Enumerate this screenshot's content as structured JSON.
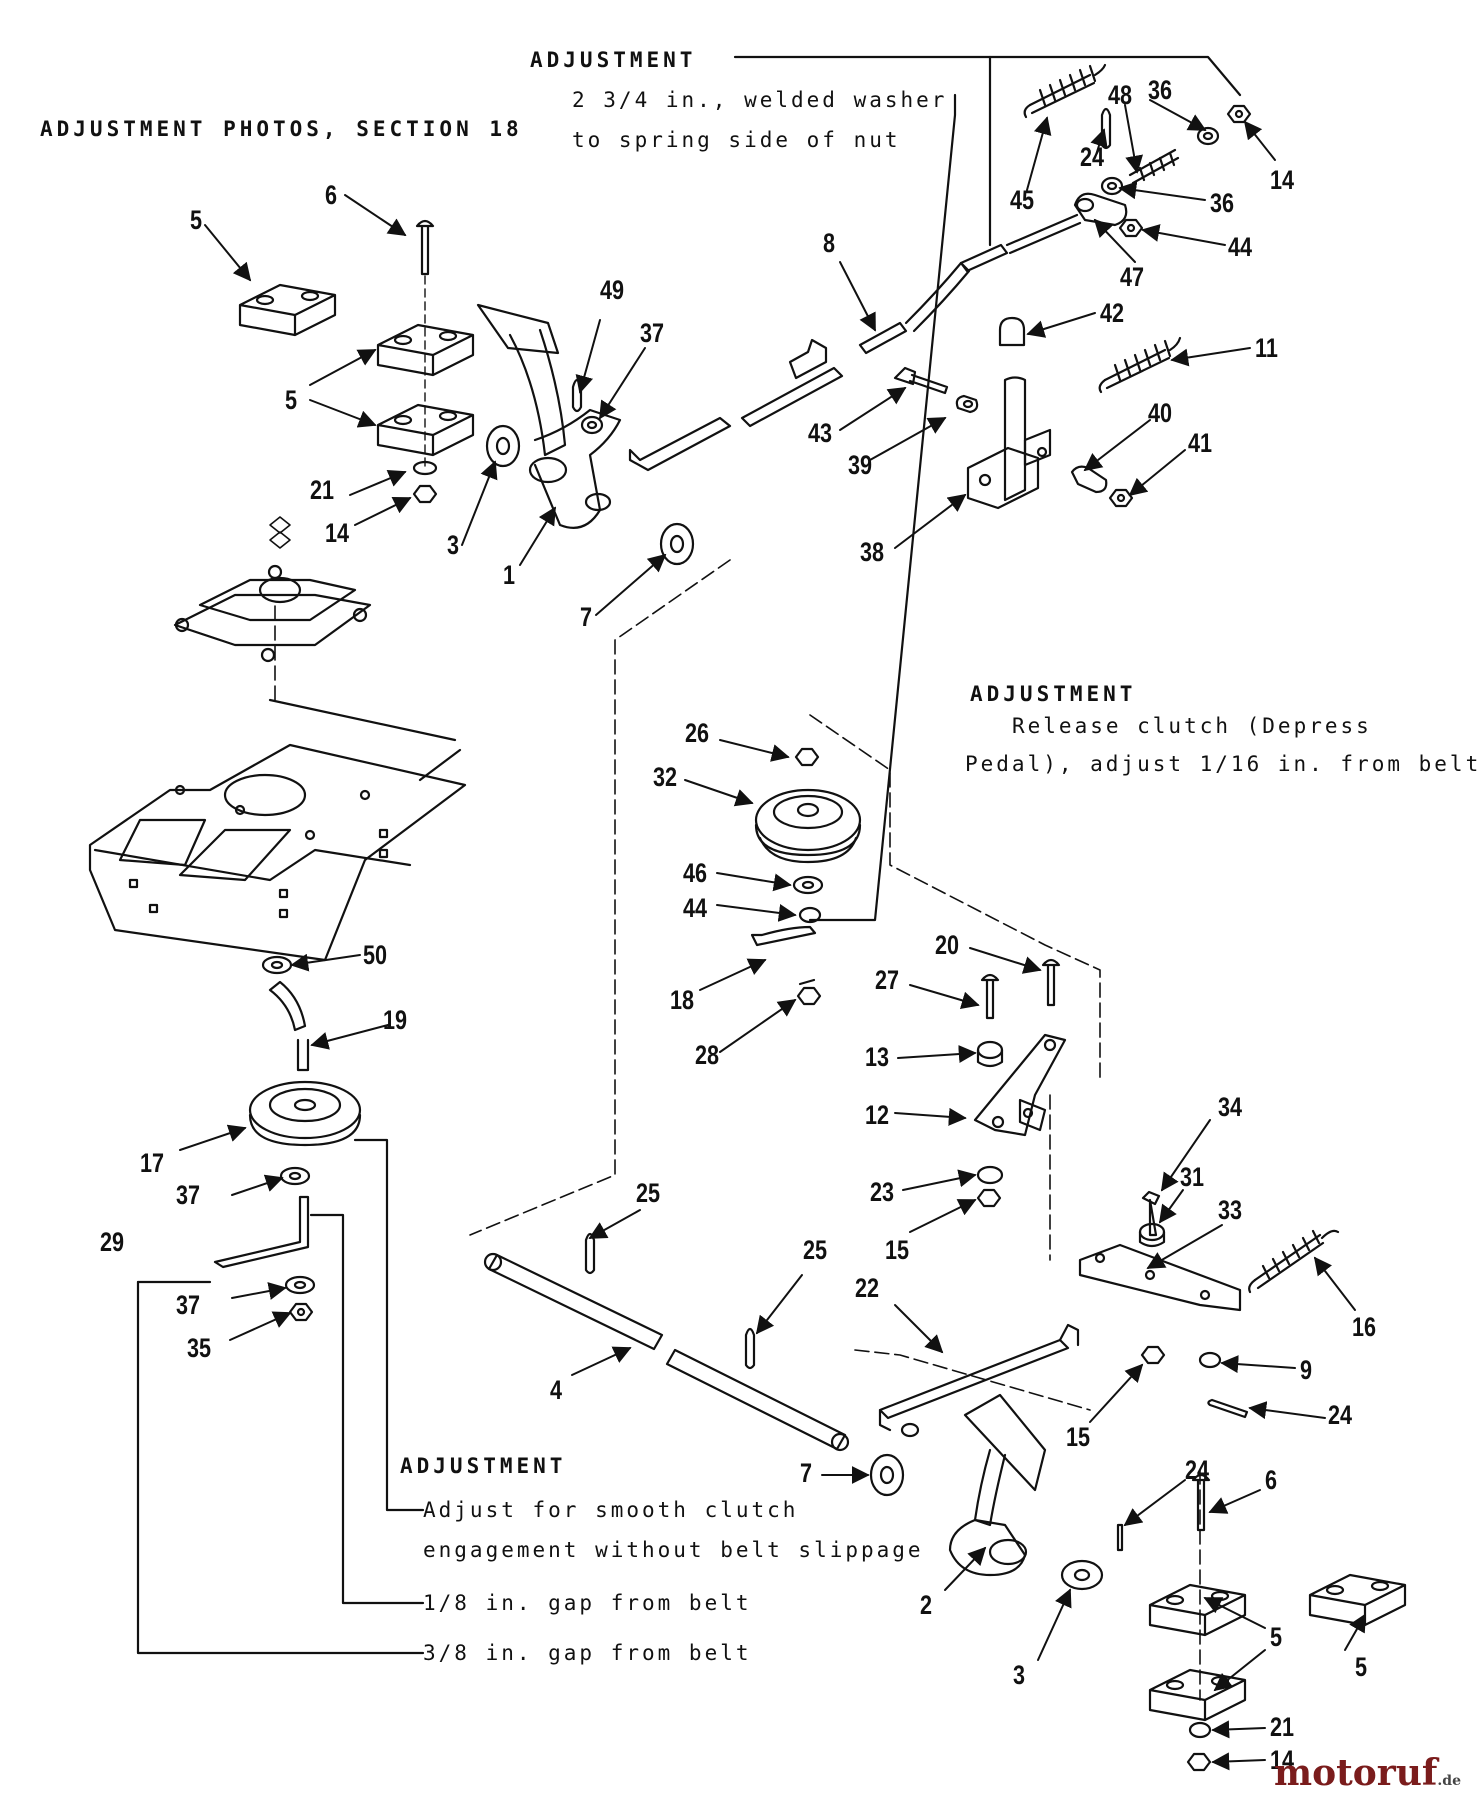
{
  "notes": {
    "adjustment_photos": "ADJUSTMENT PHOTOS, SECTION 18",
    "adj1_title": "ADJUSTMENT",
    "adj1_line1": "2 3/4 in., welded washer",
    "adj1_line2": "to spring side of nut",
    "adj2_title": "ADJUSTMENT",
    "adj2_line1": "Release clutch (Depress",
    "adj2_line2": "Pedal), adjust 1/16 in. from belt",
    "adj3_title": "ADJUSTMENT",
    "adj3_line1": "Adjust for smooth clutch",
    "adj3_line2": "engagement without belt slippage",
    "gap1": "1/8 in. gap from belt",
    "gap2": "3/8 in. gap from belt"
  },
  "callouts": [
    "5",
    "6",
    "5",
    "21",
    "14",
    "49",
    "37",
    "3",
    "1",
    "7",
    "8",
    "45",
    "24",
    "48",
    "36",
    "36",
    "14",
    "44",
    "47",
    "42",
    "11",
    "43",
    "39",
    "40",
    "41",
    "38",
    "26",
    "32",
    "46",
    "44",
    "18",
    "28",
    "20",
    "27",
    "13",
    "12",
    "23",
    "15",
    "34",
    "31",
    "33",
    "16",
    "50",
    "19",
    "17",
    "37",
    "29",
    "37",
    "35",
    "25",
    "25",
    "4",
    "22",
    "9",
    "24",
    "15",
    "7",
    "24",
    "6",
    "2",
    "3",
    "5",
    "5",
    "21",
    "14"
  ],
  "watermark": {
    "brand": "motoruf",
    "suffix": ".de"
  },
  "colors": {
    "ink": "#111111",
    "background": "#ffffff",
    "watermark": "#7a1c1c"
  }
}
